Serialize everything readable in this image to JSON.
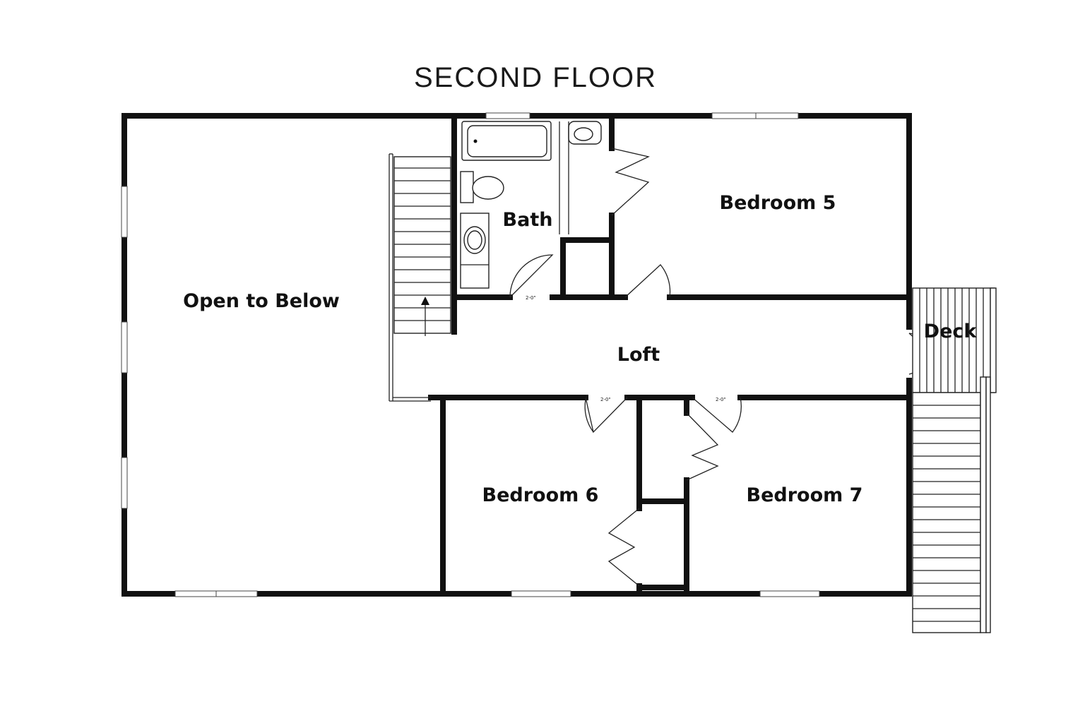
{
  "title": "SECOND FLOOR",
  "rooms": {
    "open_to_below": "Open to Below",
    "bath": "Bath",
    "bedroom5": "Bedroom 5",
    "loft": "Loft",
    "deck": "Deck",
    "bedroom6": "Bedroom 6",
    "bedroom7": "Bedroom 7"
  },
  "door_labels": {
    "bath_door": "2-0\"",
    "bedroom6_door": "2-0\"",
    "bedroom7_door": "2-0\""
  },
  "colors": {
    "walls": "#111111",
    "background": "#ffffff"
  }
}
